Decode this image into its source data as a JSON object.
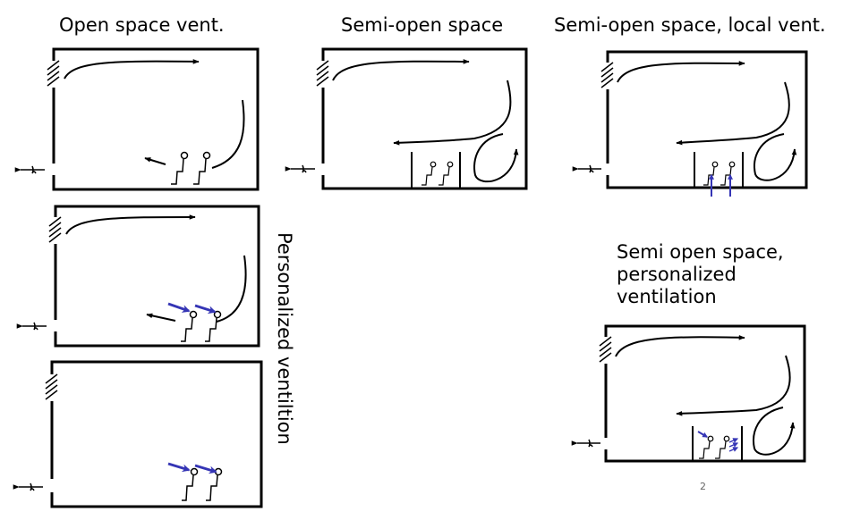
{
  "labels": {
    "open_space": "Open space vent.",
    "semi_open": "Semi-open space",
    "semi_open_local": "Semi-open space, local vent.",
    "semi_open_personalized": [
      "Semi open space,",
      "personalized",
      "ventilation"
    ],
    "personalized_side": "Personalized ventiltion",
    "page_number": "2"
  },
  "colors": {
    "outline": "#000000",
    "accent_arrow": "#3535b5",
    "page_number": "#666666"
  },
  "icons": [
    "supply-grille-icon",
    "exhaust-icon",
    "occupant-icon",
    "airflow-arrow-icon",
    "personalized-jet-arrow-icon",
    "local-upflow-arrow-icon"
  ]
}
